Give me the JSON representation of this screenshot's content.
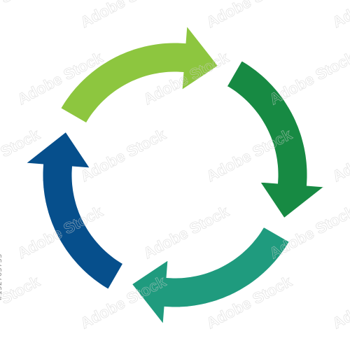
{
  "diagram": {
    "type": "cycle-arrows",
    "arrows": [
      {
        "name": "light-green-arrow",
        "color": "#8dc63f",
        "direction": "clockwise"
      },
      {
        "name": "dark-green-arrow",
        "color": "#178a43",
        "direction": "clockwise"
      },
      {
        "name": "teal-arrow",
        "color": "#1f9b7e",
        "direction": "clockwise"
      },
      {
        "name": "blue-arrow",
        "color": "#064f8c",
        "direction": "clockwise"
      }
    ]
  },
  "watermark": {
    "brand": "Adobe Stock",
    "stock_id": "#152703733"
  },
  "colors": {
    "background": "#ffffff",
    "watermark": "#cfcfcf"
  }
}
